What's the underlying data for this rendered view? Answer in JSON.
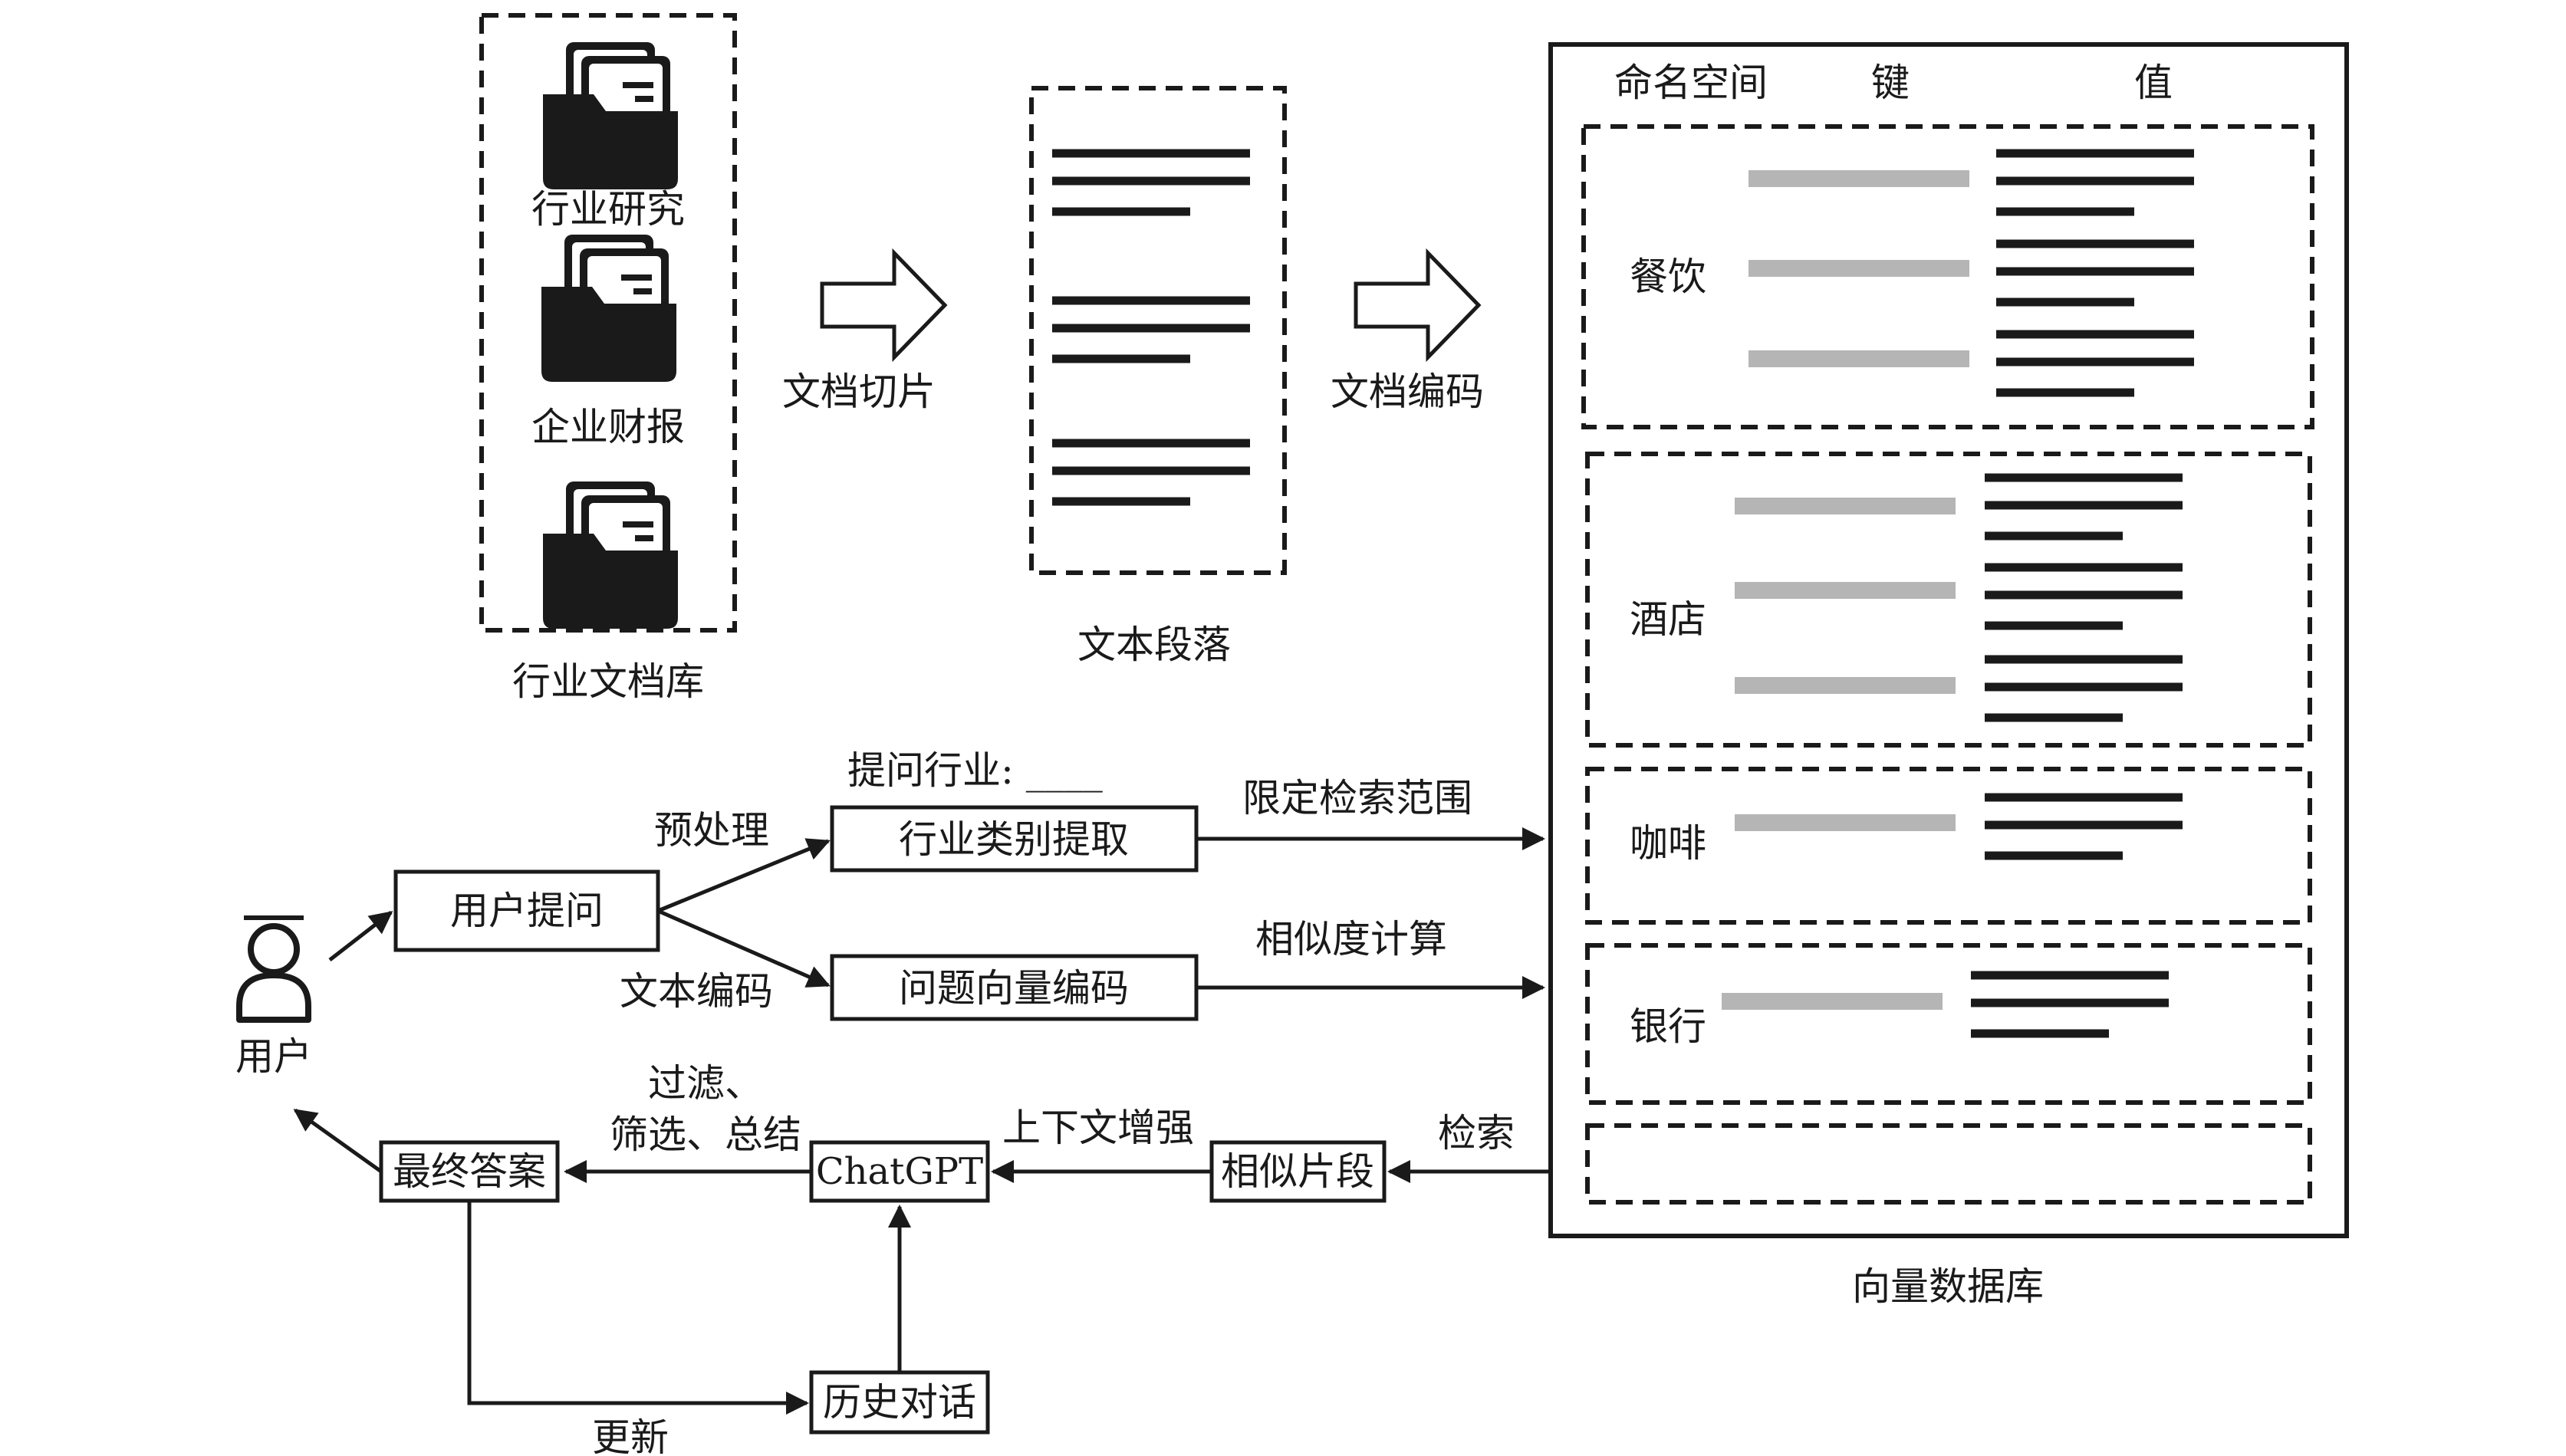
{
  "doc_library": {
    "items": [
      "行业研究",
      "企业财报"
    ],
    "label": "行业文档库"
  },
  "steps": {
    "chunking": "文档切片",
    "encoding": "文档编码"
  },
  "paragraphs_label": "文本段落",
  "vector_db": {
    "label": "向量数据库",
    "headers": {
      "namespace": "命名空间",
      "key": "键",
      "value": "值"
    },
    "namespaces": [
      "餐饮",
      "酒店",
      "咖啡",
      "银行"
    ]
  },
  "flow": {
    "user": "用户",
    "user_question": "用户提问",
    "preprocess": "预处理",
    "text_encode": "文本编码",
    "industry_prompt": "提问行业: ____",
    "industry_extract": "行业类别提取",
    "question_encode": "问题向量编码",
    "limit_scope": "限定检索范围",
    "similarity": "相似度计算",
    "retrieve": "检索",
    "similar_chunks": "相似片段",
    "context_enhance": "上下文增强",
    "chatgpt": "ChatGPT",
    "filter_line1": "过滤、",
    "filter_line2": "筛选、总结",
    "final_answer": "最终答案",
    "history": "历史对话",
    "update": "更新"
  }
}
